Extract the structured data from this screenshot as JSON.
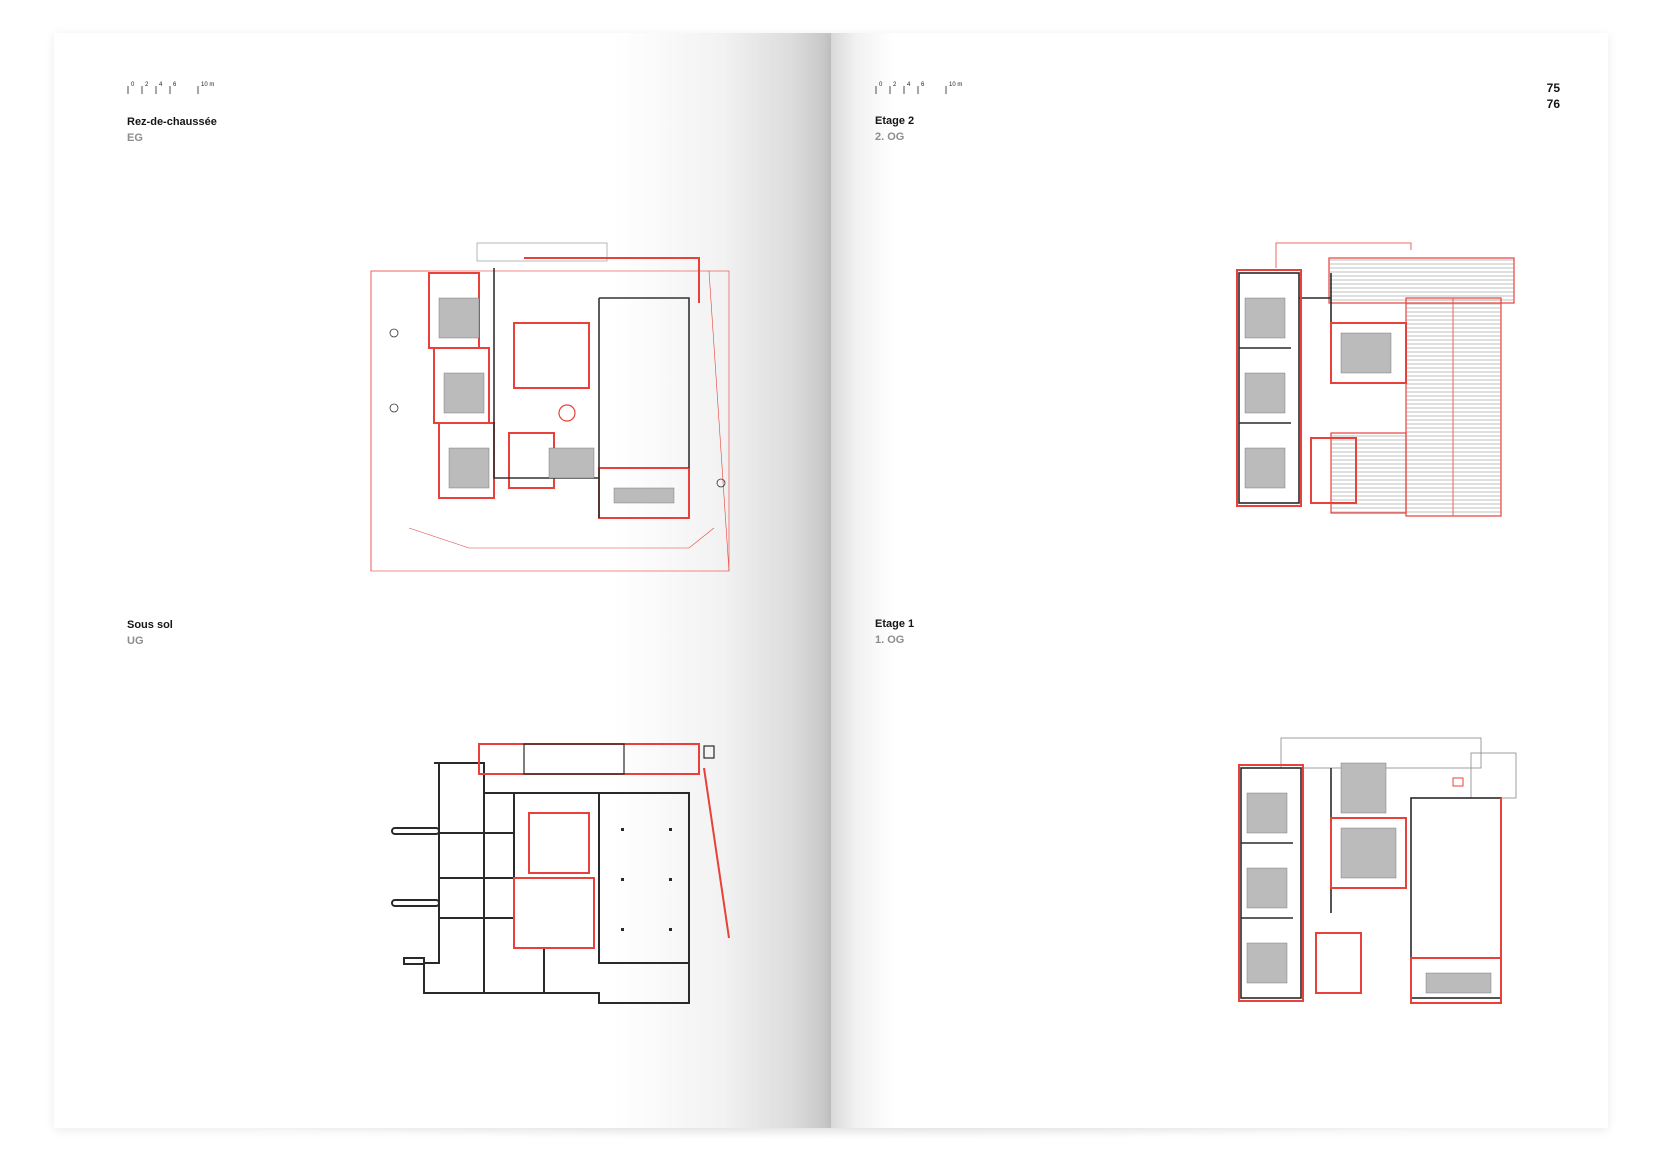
{
  "scale_bar": {
    "ticks": [
      "0",
      "2",
      "4",
      "6",
      "10 m"
    ]
  },
  "left_page": {
    "plans": [
      {
        "title": "Rez-de-chaussée",
        "subtitle": "EG"
      },
      {
        "title": "Sous sol",
        "subtitle": "UG"
      }
    ]
  },
  "right_page": {
    "page_numbers": [
      "75",
      "76"
    ],
    "plans": [
      {
        "title": "Etage 2",
        "subtitle": "2. OG"
      },
      {
        "title": "Etage 1",
        "subtitle": "1. OG"
      }
    ]
  },
  "colors": {
    "accent": "#e8403a",
    "ink": "#2a2a2a",
    "subtitle": "#8d8d8d"
  }
}
